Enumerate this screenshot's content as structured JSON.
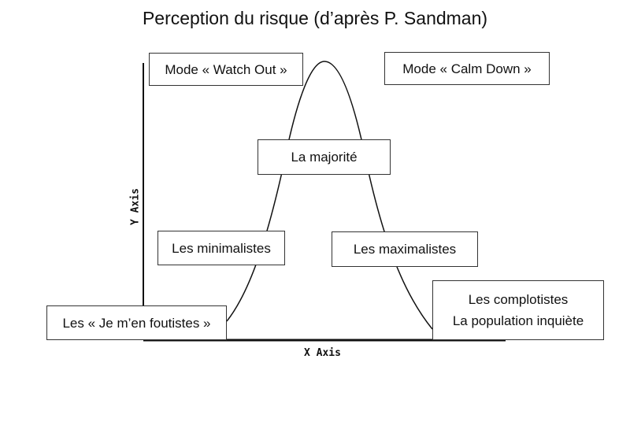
{
  "title": "Perception du risque (d’après P. Sandman)",
  "axes": {
    "x_label": "X Axis",
    "y_label": "Y Axis"
  },
  "boxes": {
    "watch_out": "Mode « Watch Out »",
    "calm_down": "Mode « Calm Down »",
    "majorite": "La majorité",
    "minimalistes": "Les minimalistes",
    "maximalistes": "Les maximalistes",
    "je_men_foutistes": "Les « Je m’en foutistes »",
    "complotistes_line1": "Les complotistes",
    "complotistes_line2": "La population inquiète"
  }
}
